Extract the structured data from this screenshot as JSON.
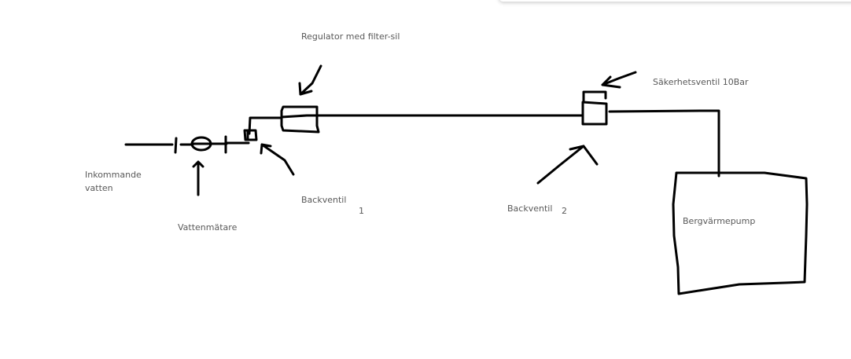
{
  "diagram": {
    "labels": {
      "incoming_water_line1": "Inkommande",
      "incoming_water_line2": "vatten",
      "water_meter": "Vattenmätare",
      "regulator": "Regulator med filter-sil",
      "check_valve_1": "Backventil",
      "check_valve_1_number": "1",
      "check_valve_2": "Backventil",
      "check_valve_2_number": "2",
      "safety_valve": "Säkerhetsventil 10Bar",
      "heat_pump": "Bergvärmepump"
    },
    "colors": {
      "stroke": "#000000",
      "label_text": "#595959",
      "background": "#ffffff"
    }
  }
}
